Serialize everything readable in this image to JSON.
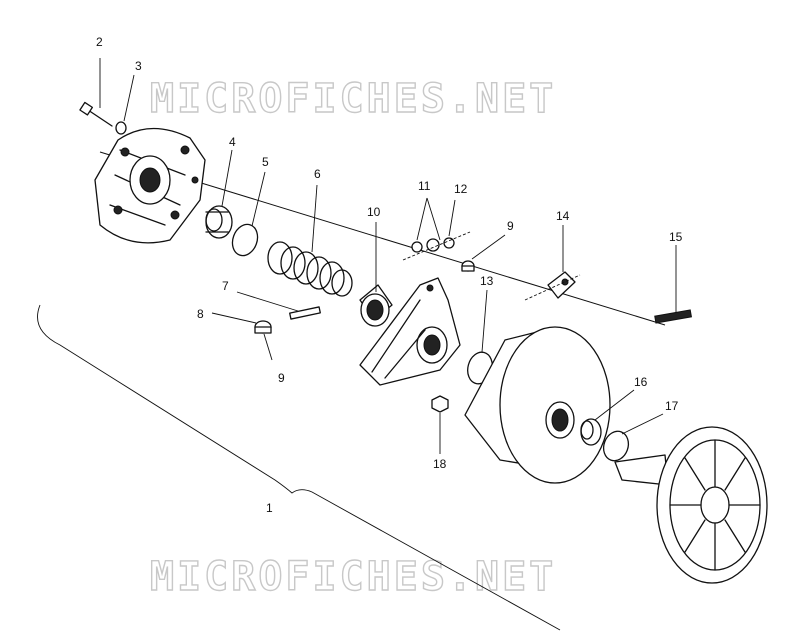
{
  "watermark": {
    "top": "MICROFICHES.NET",
    "bottom": "MICROFICHES.NET"
  },
  "callouts": {
    "c1": "1",
    "c2": "2",
    "c3": "3",
    "c4": "4",
    "c5": "5",
    "c6": "6",
    "c7": "7",
    "c8": "8",
    "c9a": "9",
    "c9b": "9",
    "c10": "10",
    "c11": "11",
    "c12": "12",
    "c13": "13",
    "c14": "14",
    "c15": "15",
    "c16": "16",
    "c17": "17",
    "c18": "18"
  }
}
